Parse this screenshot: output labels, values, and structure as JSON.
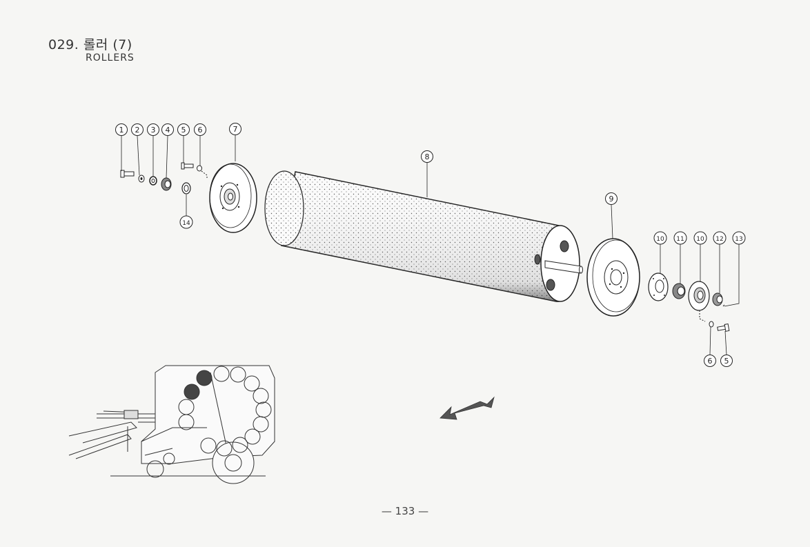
{
  "header": {
    "title": "029. 롤러 (7)",
    "subtitle": "ROLLERS"
  },
  "callouts": [
    "1",
    "2",
    "3",
    "4",
    "5",
    "6",
    "7",
    "8",
    "9",
    "10",
    "11",
    "10",
    "12",
    "13",
    "6",
    "5",
    "14"
  ],
  "footer": {
    "page_number": "— 133 —"
  },
  "colors": {
    "paper": "#f6f6f4",
    "ink": "#222222"
  },
  "icons": {
    "direction_arrow": "arrow-down-left-icon"
  }
}
